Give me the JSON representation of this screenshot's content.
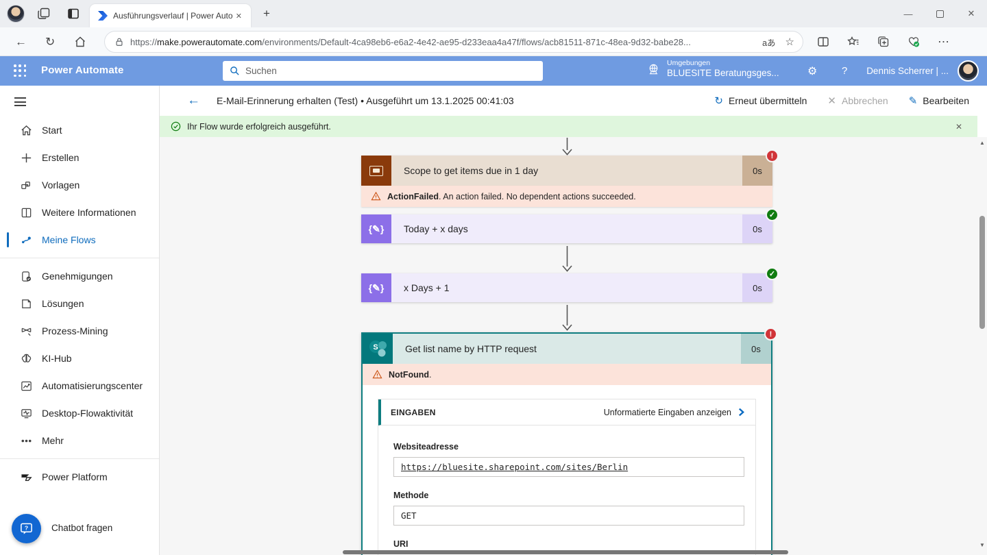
{
  "browser": {
    "tab_title": "Ausführungsverlauf | Power Autom",
    "url_scheme": "https://",
    "url_domain": "make.powerautomate.com",
    "url_path": "/environments/Default-4ca98eb6-e6a2-4e42-ae95-d233eaa4a47f/flows/acb81511-871c-48ea-9d32-babe28...",
    "translate_glyph": "aあ",
    "star_glyph": "☆",
    "more_glyph": "⋯",
    "newtab_glyph": "+",
    "close_glyph": "✕",
    "minimize_glyph": "—",
    "back_glyph": "←",
    "refresh_glyph": "↻"
  },
  "app_header": {
    "title": "Power Automate",
    "search_placeholder": "Suchen",
    "environment_label": "Umgebungen",
    "environment_name": "BLUESITE Beratungsges...",
    "gear_glyph": "⚙",
    "help_glyph": "?",
    "user_name": "Dennis Scherrer | ..."
  },
  "sidebar": {
    "items": [
      {
        "label": "Start"
      },
      {
        "label": "Erstellen"
      },
      {
        "label": "Vorlagen"
      },
      {
        "label": "Weitere Informationen"
      },
      {
        "label": "Meine Flows"
      },
      {
        "label": "Genehmigungen"
      },
      {
        "label": "Lösungen"
      },
      {
        "label": "Prozess-Mining"
      },
      {
        "label": "KI-Hub"
      },
      {
        "label": "Automatisierungscenter"
      },
      {
        "label": "Desktop-Flowaktivität"
      },
      {
        "label": "Mehr"
      }
    ],
    "power_platform_label": "Power Platform",
    "chatbot_label": "Chatbot fragen"
  },
  "run": {
    "back_glyph": "←",
    "title": "E-Mail-Erinnerung erhalten (Test) • Ausgeführt um 13.1.2025 00:41:03",
    "resubmit_label": "Erneut übermitteln",
    "resubmit_glyph": "↻",
    "cancel_label": "Abbrechen",
    "cancel_glyph": "✕",
    "edit_label": "Bearbeiten",
    "edit_glyph": "✎"
  },
  "banner": {
    "message": "Ihr Flow wurde erfolgreich ausgeführt.",
    "close_glyph": "✕"
  },
  "flow": {
    "badge_error_glyph": "!",
    "badge_success_glyph": "✓",
    "scope": {
      "title": "Scope to get items due in 1 day",
      "duration": "0s",
      "error_bold": "ActionFailed",
      "error_rest": ". An action failed. No dependent actions succeeded."
    },
    "compose1": {
      "icon_glyph": "{✎}",
      "title": "Today + x days",
      "duration": "0s"
    },
    "compose2": {
      "icon_glyph": "{✎}",
      "title": "x Days + 1",
      "duration": "0s"
    },
    "sharepoint": {
      "logo_letter": "S",
      "title": "Get list name by HTTP request",
      "duration": "0s",
      "error_bold": "NotFound",
      "error_rest": "."
    },
    "details": {
      "inputs_heading": "EINGABEN",
      "raw_link_label": "Unformatierte Eingaben anzeigen",
      "fields": [
        {
          "label": "Websiteadresse",
          "value": "https://bluesite.sharepoint.com/sites/Berlin"
        },
        {
          "label": "Methode",
          "value": "GET"
        },
        {
          "label": "URI",
          "value": ""
        }
      ]
    }
  },
  "colors": {
    "app_header_blue": "#6F9BE1",
    "accent_blue": "#0F6CBD",
    "success_green": "#107C10",
    "error_red": "#D13438",
    "banner_green": "#DFF6DD",
    "error_pink": "#FCE3DA",
    "scope_brown": "#8A3A0B",
    "compose_purple": "#8C6FE8",
    "sharepoint_teal": "#03787C"
  }
}
